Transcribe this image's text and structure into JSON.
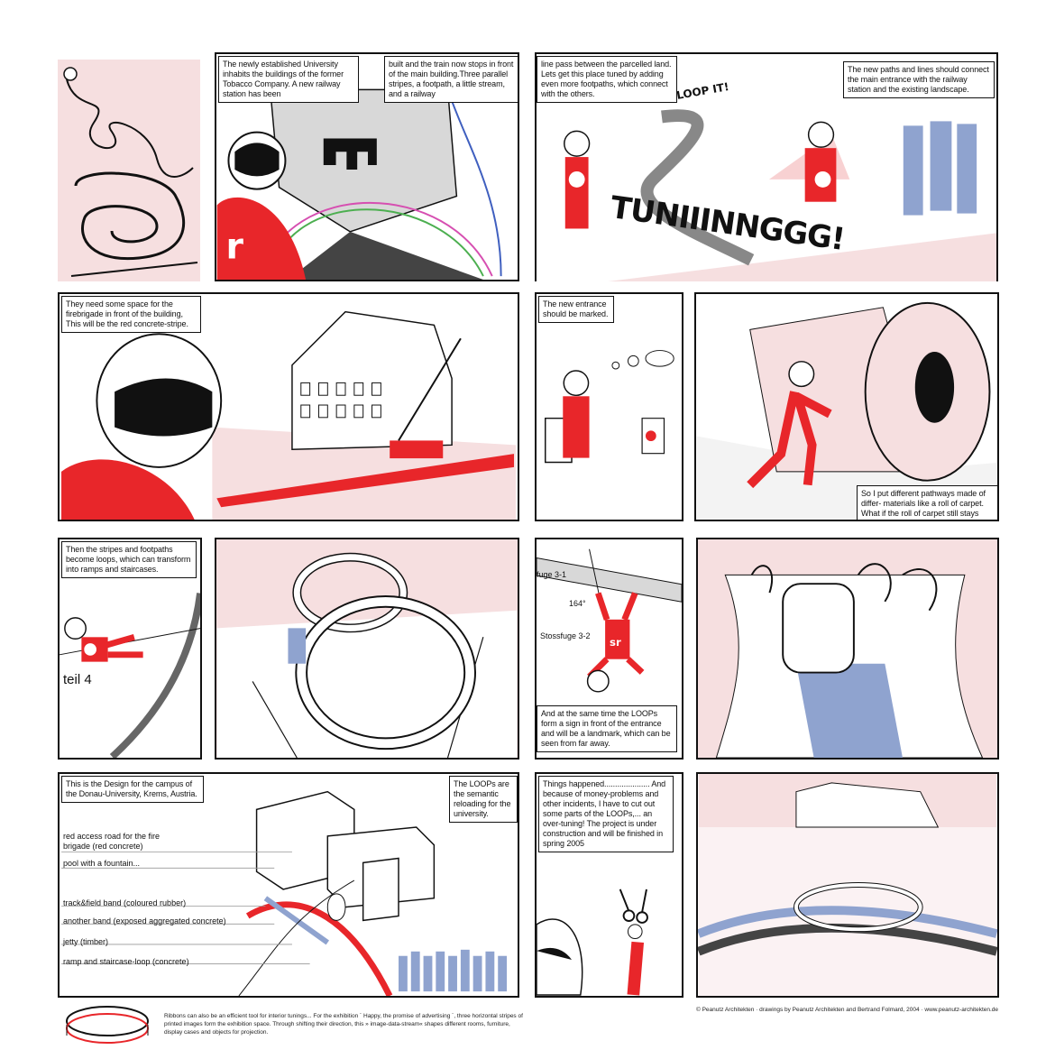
{
  "captions": {
    "p2a": "The newly established University inhabits the buildings of the former Tobacco Company. A new railway station has been",
    "p2b": "built and the train now stops in front of the main building.Three parallel stripes, a footpath, a little stream, and a railway",
    "p3a": "line pass between the parcelled land. Lets get this place tuned by adding even more footpaths, which connect with the others.",
    "p3b": "The new paths and lines should connect the main entrance with the railway station and the existing landscape.",
    "p4": "They need some space for the firebrigade in front of the building, This will be the red concrete-stripe.",
    "p5": "The new entrance should be marked.",
    "p6": "So I put different pathways made of differ- materials like a roll of carpet. What if the roll of carpet still stays there?",
    "p7": "Then the stripes and footpaths become loops, which can transform into ramps and staircases.",
    "p9": "And at the same time the LOOPs form a sign in front of the entrance and will be a landmark, which can be seen  from far away.",
    "p11a": "This is the Design for the campus of the Donau-University, Krems, Austria.",
    "p11b": "The LOOPs are the semantic reloading for the university.",
    "p12": "Things happened..................... And because of money-problems and other incidents, I have to cut out some parts of the LOOPs,... an over-tuning! The project is under construction and will be finished in spring 2005"
  },
  "sounds": {
    "loop": "LOOP IT!",
    "tuning": "TUNIIINNGGG!"
  },
  "sketch_text": {
    "fuge31": "fuge 3-1",
    "stossfuge": "Stossfuge 3-2",
    "angle": "164°",
    "teil": "teil 4",
    "sr": "sr"
  },
  "legend": [
    "red access road for the fire brigade (red concrete)",
    "pool with a fountain...",
    "track&field band (coloured rubber)",
    "another band (exposed aggregated concrete)",
    "jetty (timber)",
    "ramp and staircase-loop (concrete)"
  ],
  "footer": {
    "ribbon_text": "Ribbons can also be an efficient tool for interior tunings... For the exhibition ´ Happy, the promise of advertising ´, three horizontal stripes of printed images form the exhibition space. Through shifting their direction, this » image-data-stream« shapes different rooms, furniture, display cases and objects for projection.",
    "credits": "© Peanutz Architekten  ·  drawings by Peanutz Architekten and Bertrand Folmard, 2004  ·  www.peanutz-architekten.de"
  },
  "colors": {
    "red": "#e8262a",
    "pink": "#f6dfe0",
    "blue": "#8fa3cf",
    "ink": "#111111"
  }
}
